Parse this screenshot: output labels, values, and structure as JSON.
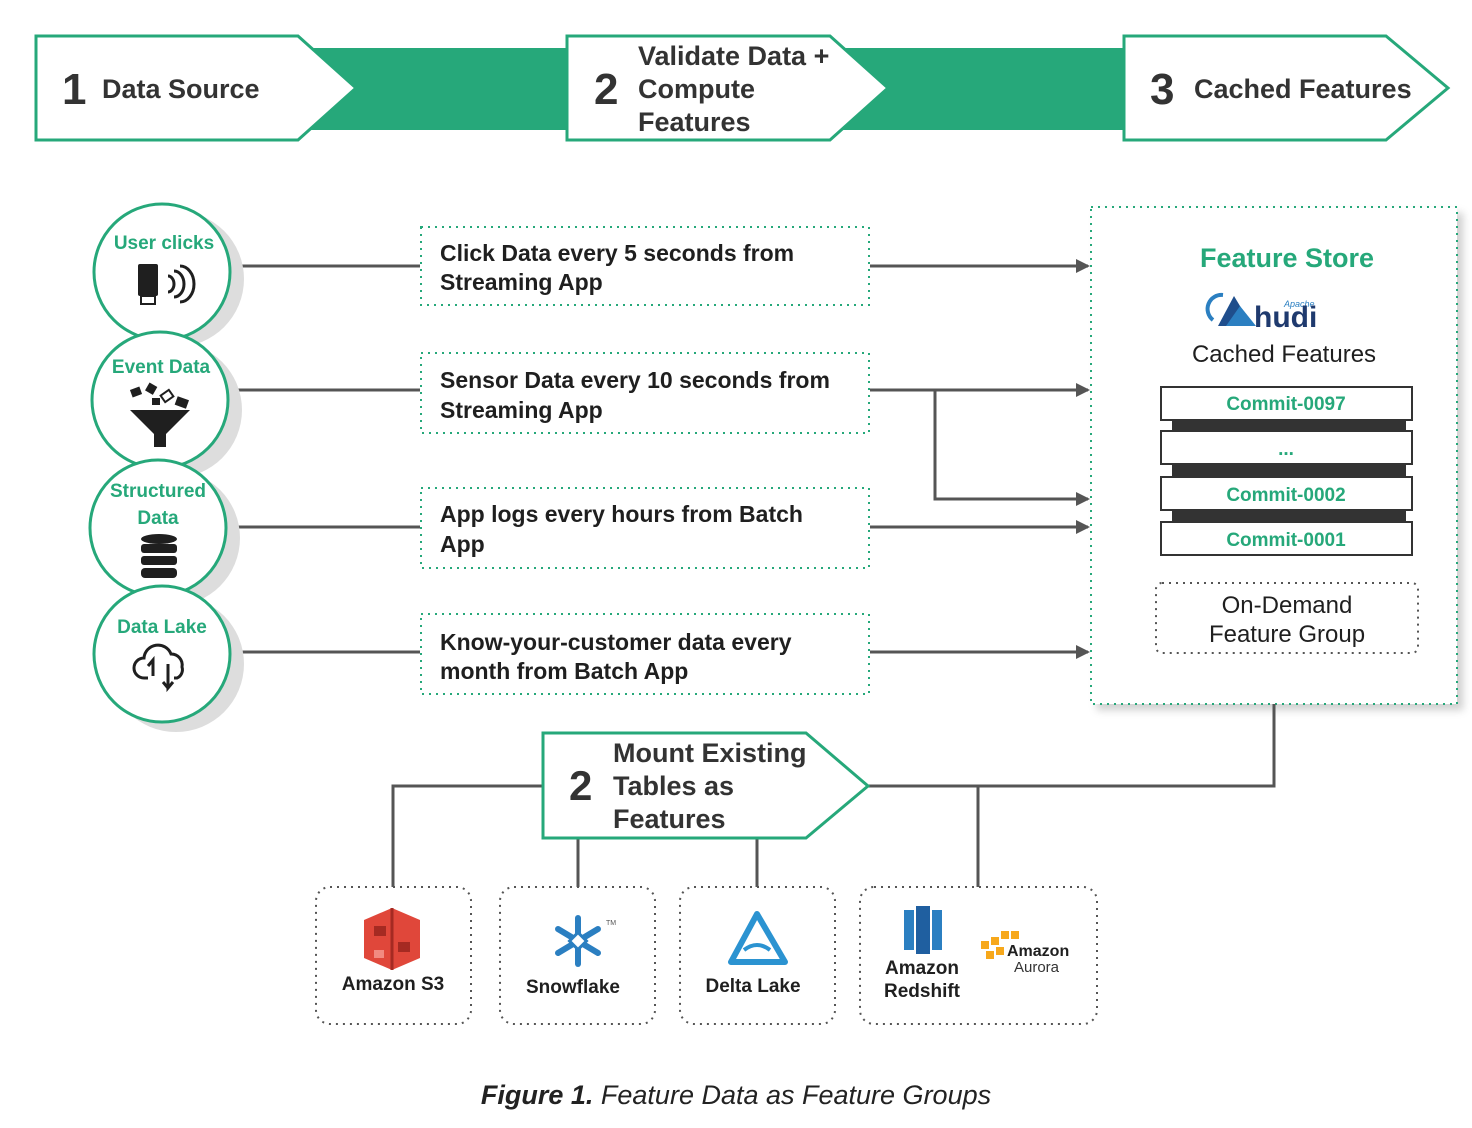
{
  "pipeline": {
    "stages": [
      {
        "number": "1",
        "lines": [
          "Data Source"
        ]
      },
      {
        "number": "2",
        "lines": [
          "Validate Data +",
          "Compute",
          "Features"
        ]
      },
      {
        "number": "3",
        "lines": [
          "Cached Features"
        ]
      }
    ]
  },
  "sources": [
    {
      "label_lines": [
        "User clicks"
      ],
      "icon": "usb-wireless-icon"
    },
    {
      "label_lines": [
        "Event Data"
      ],
      "icon": "funnel-icon"
    },
    {
      "label_lines": [
        "Structured",
        "Data"
      ],
      "icon": "database-icon"
    },
    {
      "label_lines": [
        "Data Lake"
      ],
      "icon": "cloud-sync-icon"
    }
  ],
  "feeds": [
    {
      "lines": [
        "Click Data every 5 seconds from",
        "Streaming App"
      ]
    },
    {
      "lines": [
        "Sensor Data every 10 seconds from",
        "Streaming App"
      ]
    },
    {
      "lines": [
        "App logs every hours from Batch",
        "App"
      ]
    },
    {
      "lines": [
        "Know-your-customer data every",
        "month from Batch App"
      ]
    }
  ],
  "feature_store": {
    "title": "Feature Store",
    "logo_small": "Apache",
    "logo_main": "hudi",
    "subtitle": "Cached Features",
    "commits": [
      "Commit-0097",
      "...",
      "Commit-0002",
      "Commit-0001"
    ],
    "on_demand_lines": [
      "On-Demand",
      "Feature Group"
    ]
  },
  "mount": {
    "number": "2",
    "lines": [
      "Mount Existing",
      "Tables as",
      "Features"
    ]
  },
  "stores": [
    {
      "name_lines": [
        "Amazon S3"
      ],
      "icon": "amazon-s3-icon"
    },
    {
      "name_lines": [
        "Snowflake"
      ],
      "icon": "snowflake-icon"
    },
    {
      "name_lines": [
        "Delta Lake"
      ],
      "icon": "delta-lake-icon"
    },
    {
      "name_lines": [
        "Amazon",
        "Redshift"
      ],
      "icon": "redshift-icon"
    },
    {
      "name_lines": [
        "Amazon",
        "Aurora"
      ],
      "icon": "aurora-icon"
    }
  ],
  "snowflake_tm": "TM",
  "caption": {
    "bold": "Figure 1.",
    "text": " Feature Data as Feature Groups"
  },
  "colors": {
    "accent": "#26a87a",
    "line": "#555555",
    "dark": "#333333",
    "s3": "#e0473a",
    "blue": "#2b7fc1",
    "aws": "#f7a81b"
  }
}
